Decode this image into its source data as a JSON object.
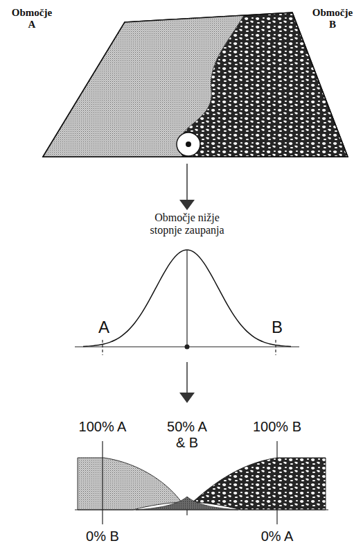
{
  "diagram": {
    "labels": [
      "Območje A",
      "Območje B",
      "Območje nižje stopnje zaupanja",
      "A",
      "B",
      "100% A",
      "50% A & B",
      "100% B",
      "0% B",
      "0% A"
    ]
  }
}
